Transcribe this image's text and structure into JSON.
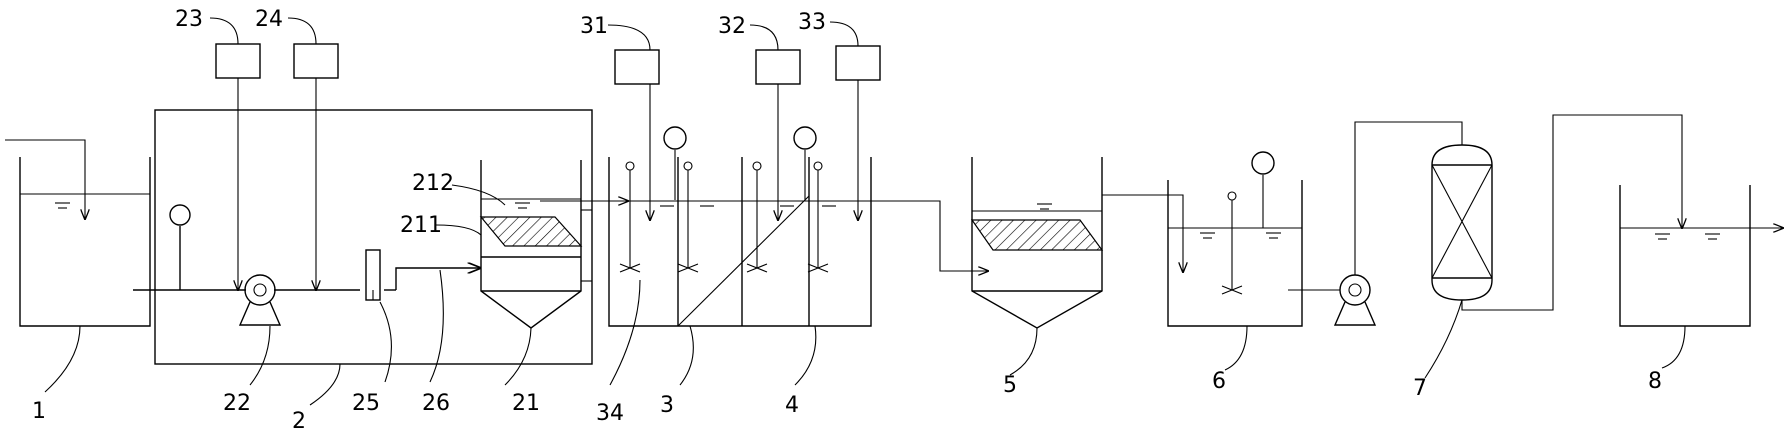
{
  "labels": {
    "l1": "1",
    "l2": "2",
    "l3": "3",
    "l4": "4",
    "l5": "5",
    "l6": "6",
    "l7": "7",
    "l8": "8",
    "l21": "21",
    "l22": "22",
    "l23": "23",
    "l24": "24",
    "l25": "25",
    "l26": "26",
    "l31": "31",
    "l32": "32",
    "l33": "33",
    "l34": "34",
    "l211": "211",
    "l212": "212"
  }
}
